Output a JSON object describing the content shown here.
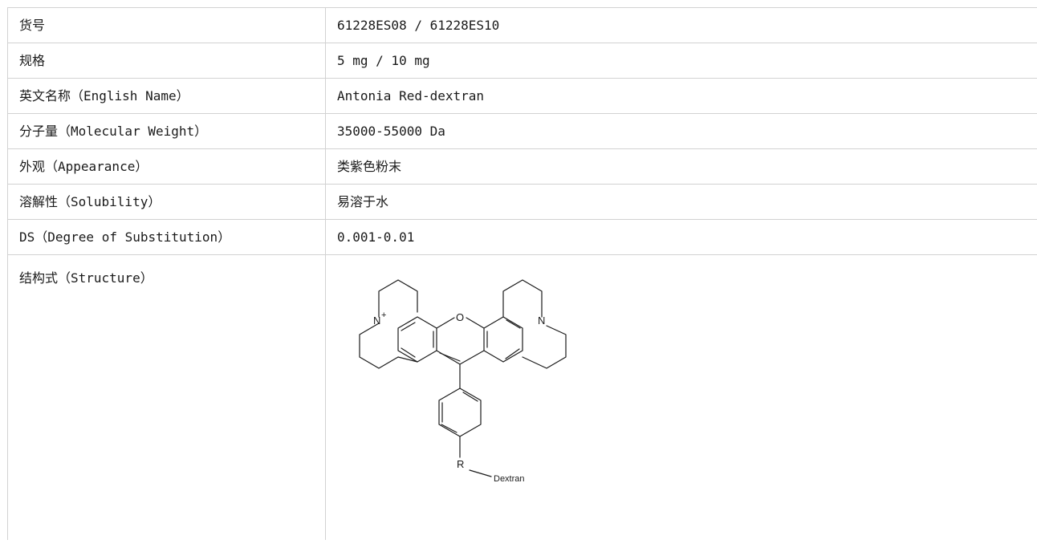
{
  "rows": [
    {
      "label": "货号",
      "value": "61228ES08 / 61228ES10"
    },
    {
      "label": "规格",
      "value": "5 mg / 10 mg"
    },
    {
      "label": "英文名称（English Name）",
      "value": "Antonia Red-dextran"
    },
    {
      "label": "分子量（Molecular Weight）",
      "value": "35000-55000 Da"
    },
    {
      "label": "外观（Appearance）",
      "value": "类紫色粉末"
    },
    {
      "label": "溶解性（Solubility）",
      "value": "易溶于水"
    },
    {
      "label": "DS（Degree of Substitution）",
      "value": "0.001-0.01"
    }
  ],
  "structure": {
    "label": "结构式（Structure）",
    "atoms": {
      "n_plus": "N",
      "plus": "+",
      "o": "O",
      "n": "N",
      "r": "R",
      "dextran": "Dextran"
    }
  }
}
